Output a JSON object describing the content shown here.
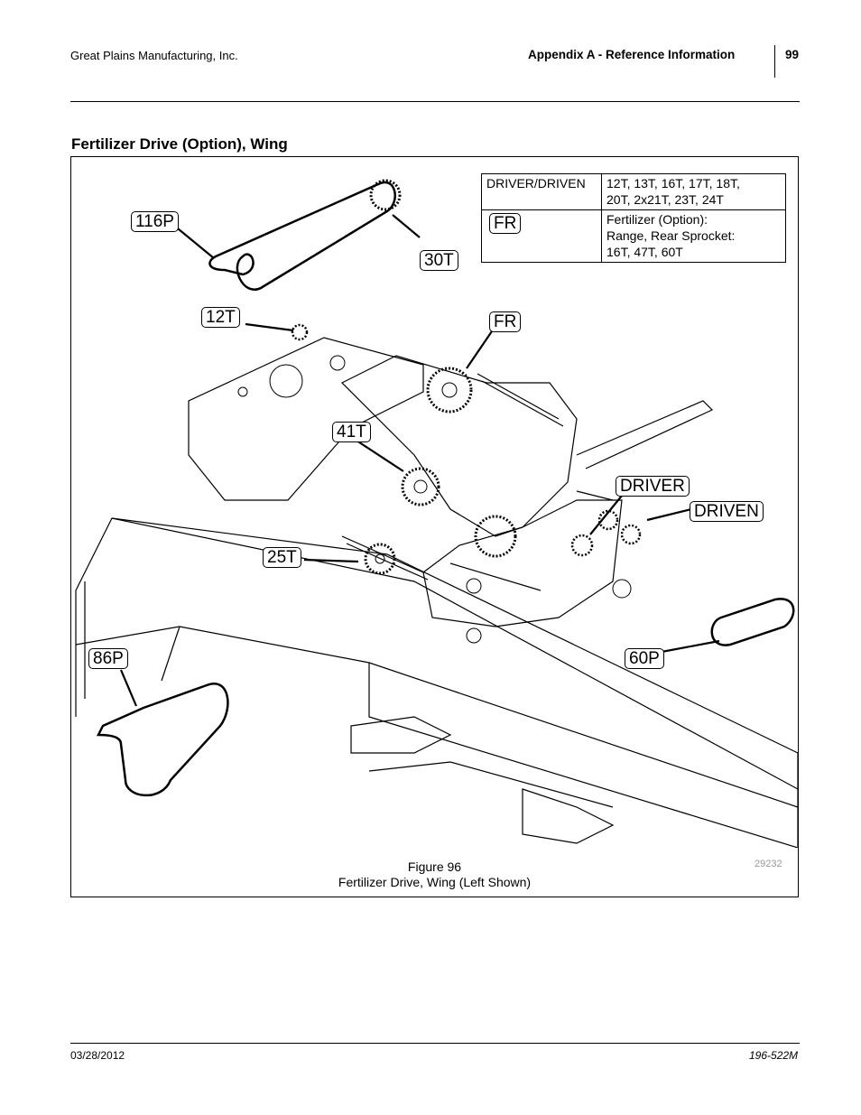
{
  "header": {
    "company": "Great Plains Manufacturing, Inc.",
    "section": "Appendix A - Reference Information",
    "page_number": "99"
  },
  "section_title": "Fertilizer Drive (Option), Wing",
  "legend": {
    "row1": {
      "label": "DRIVER/DRIVEN",
      "value_line1": "12T, 13T, 16T, 17T, 18T,",
      "value_line2": "20T, 2x21T, 23T, 24T"
    },
    "row2": {
      "label": "FR",
      "value_line1": "Fertilizer (Option):",
      "value_line2": "Range, Rear Sprocket:",
      "value_line3": "16T, 47T, 60T"
    }
  },
  "callouts": {
    "chain_116p": "116P",
    "sprocket_30t": "30T",
    "sprocket_12t": "12T",
    "fr": "FR",
    "sprocket_41t": "41T",
    "driver": "DRIVER",
    "driven": "DRIVEN",
    "sprocket_25t": "25T",
    "chain_86p": "86P",
    "chain_60p": "60P"
  },
  "figure": {
    "caption_line1": "Figure 96",
    "caption_line2": "Fertilizer Drive, Wing (Left Shown)",
    "drawing_number": "29232"
  },
  "footer": {
    "date": "03/28/2012",
    "doc_number": "196-522M"
  }
}
